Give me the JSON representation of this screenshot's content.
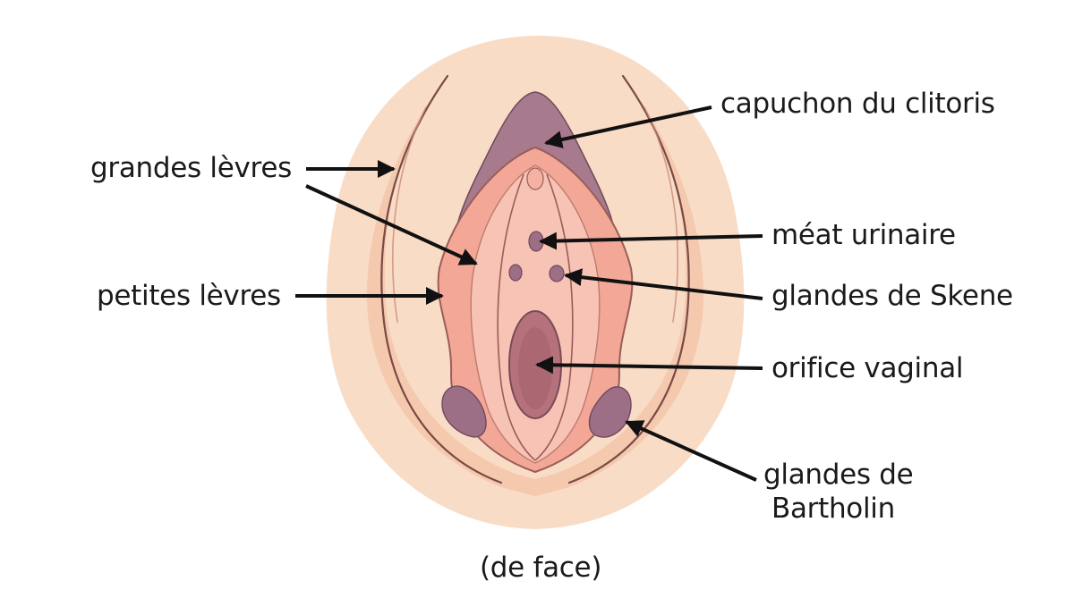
{
  "labels": {
    "clitoral_hood": "capuchon du clitoris",
    "labia_majora": "grandes lèvres",
    "urethral_meatus": "méat urinaire",
    "labia_minora": "petites lèvres",
    "skene_glands": "glandes de Skene",
    "vaginal_orifice": "orifice vaginal",
    "bartholin_glands_line1": "glandes de",
    "bartholin_glands_line2": "Bartholin"
  },
  "caption": "(de face)",
  "colors": {
    "outer_skin": "#f9dcc6",
    "outer_skin_shade": "#f3c6a8",
    "fold_line": "#7a4a46",
    "labia": "#f2a797",
    "labia_light": "#f7c3b4",
    "hood": "#a87a8e",
    "gland": "#9d6f87",
    "orifice": "#b5727c",
    "arrow": "#111111",
    "text": "#1a1a1a"
  }
}
